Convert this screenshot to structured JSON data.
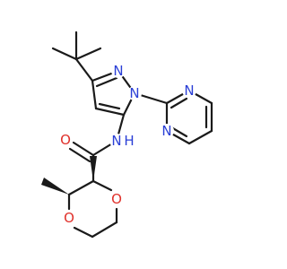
{
  "atoms": [
    {
      "id": "N2",
      "symbol": "N",
      "color": "#2a3fd6"
    },
    {
      "id": "N1",
      "symbol": "N",
      "color": "#2a3fd6"
    },
    {
      "id": "Npa",
      "symbol": "N",
      "color": "#2a3fd6"
    },
    {
      "id": "Npb",
      "symbol": "N",
      "color": "#2a3fd6"
    },
    {
      "id": "NH",
      "symbol": "N",
      "color": "#2a3fd6"
    },
    {
      "id": "H",
      "symbol": "H",
      "color": "#2a3fd6"
    },
    {
      "id": "Ocarb",
      "symbol": "O",
      "color": "#e0302a"
    },
    {
      "id": "O1",
      "symbol": "O",
      "color": "#e0302a"
    },
    {
      "id": "O4",
      "symbol": "O",
      "color": "#e0302a"
    }
  ],
  "colors": {
    "bond": "#1a1a1a",
    "nitrogen": "#2a3fd6",
    "oxygen": "#e0302a"
  }
}
